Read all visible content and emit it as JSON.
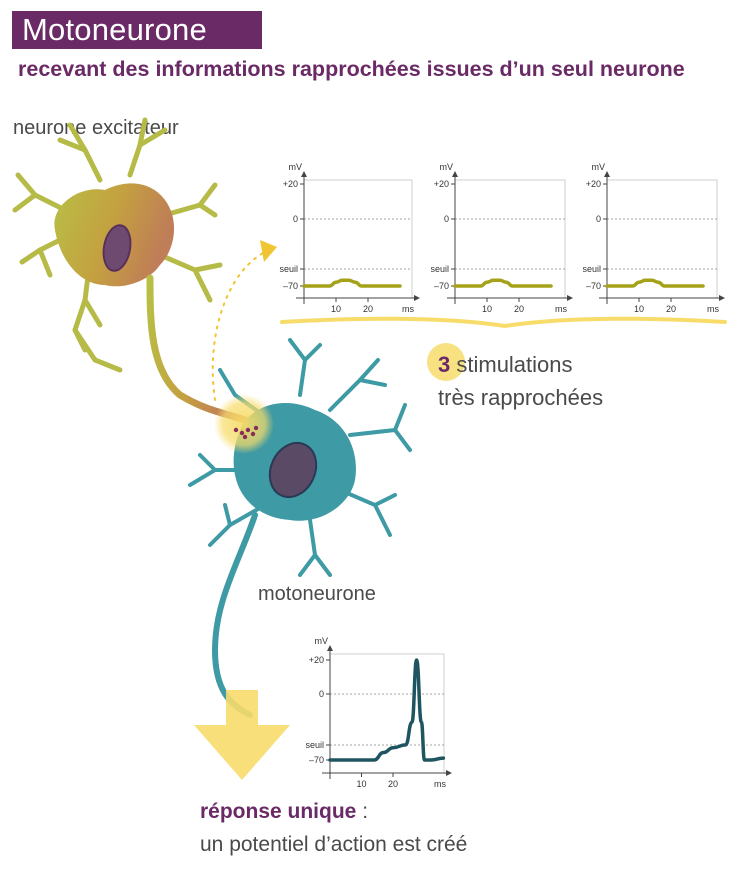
{
  "title": "Motoneurone",
  "subtitle": "recevant des informations rapprochées issues d’un seul neurone",
  "labels": {
    "excitatory_neuron": "neurone excitateur",
    "motor_neuron": "motoneurone"
  },
  "stimulation": {
    "count": "3",
    "line1_rest": " stimulations",
    "line2": "très rapprochées"
  },
  "response": {
    "strong": "réponse unique",
    "colon": " :",
    "line2": "un potentiel d’action est créé"
  },
  "graph_axis": {
    "unit_y": "mV",
    "unit_x": "ms",
    "y_ticks": [
      "+20",
      "0",
      "seuil",
      "–70"
    ],
    "x_ticks": [
      "10",
      "20"
    ]
  },
  "colors": {
    "title_bg": "#6a2a66",
    "accent_purple": "#6a2a66",
    "epsp_curve": "#a5a21a",
    "ap_curve": "#1e5560",
    "motoneuron": "#3e9aa4",
    "highlight": "#f7dc6a"
  },
  "chart_data": [
    {
      "type": "line",
      "panel": "stimulation-1",
      "x": [
        0,
        8,
        10,
        12,
        14,
        16,
        18,
        30
      ],
      "y": [
        -70,
        -70,
        -66,
        -64,
        -64,
        -66,
        -70,
        -70
      ]
    },
    {
      "type": "line",
      "panel": "stimulation-2",
      "x": [
        0,
        8,
        10,
        12,
        14,
        16,
        18,
        30
      ],
      "y": [
        -70,
        -70,
        -66,
        -64,
        -64,
        -66,
        -70,
        -70
      ]
    },
    {
      "type": "line",
      "panel": "stimulation-3",
      "x": [
        0,
        8,
        10,
        12,
        14,
        16,
        18,
        30
      ],
      "y": [
        -70,
        -70,
        -66,
        -64,
        -64,
        -66,
        -70,
        -70
      ]
    },
    {
      "type": "line",
      "panel": "motoneurone-response",
      "x": [
        0,
        14,
        17,
        20,
        24,
        26,
        27.5,
        29,
        30,
        32,
        36
      ],
      "y": [
        -70,
        -70,
        -62,
        -57,
        -54,
        -30,
        20,
        -30,
        -70,
        -70,
        -68
      ]
    }
  ]
}
